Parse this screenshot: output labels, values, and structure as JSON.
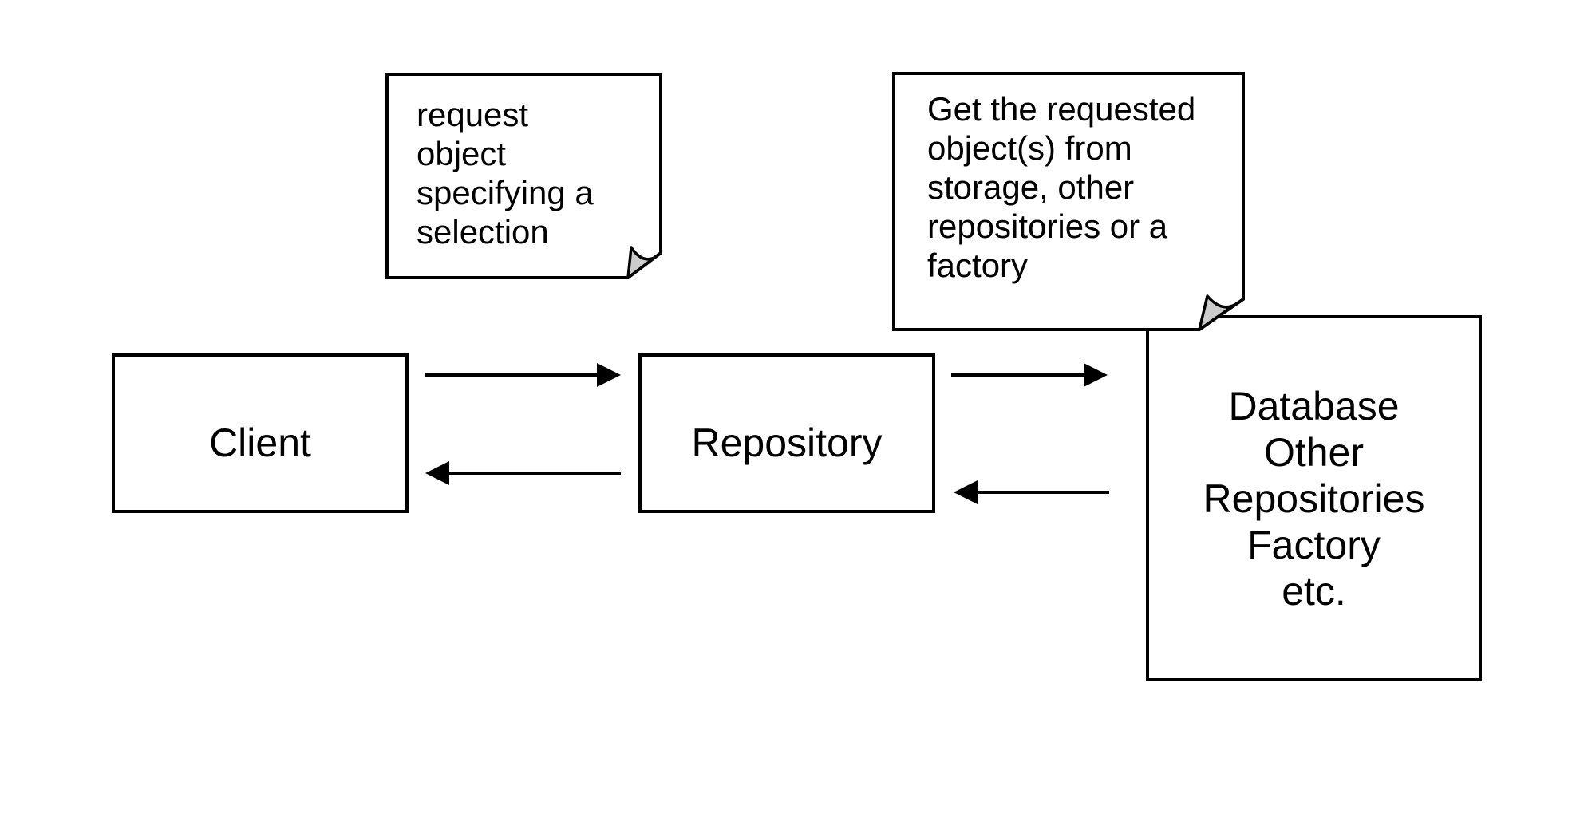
{
  "colors": {
    "page_bg": "#ffffff",
    "stroke": "#000000",
    "shape_fill": "#ffffff",
    "fold_fill": "#cccccc",
    "text": "#000000"
  },
  "diagram": {
    "notes": [
      {
        "name": "request-note",
        "lines": [
          "request",
          "object",
          "specifying a",
          "selection"
        ]
      },
      {
        "name": "get-note",
        "lines": [
          "Get the requested",
          "object(s) from",
          "storage, other",
          "repositories or a",
          "factory"
        ]
      }
    ],
    "nodes": [
      {
        "name": "client",
        "label": "Client"
      },
      {
        "name": "repository",
        "label": "Repository"
      },
      {
        "name": "storage",
        "lines": [
          "Database",
          "Other",
          "Repositories",
          "Factory",
          "etc."
        ]
      }
    ]
  }
}
